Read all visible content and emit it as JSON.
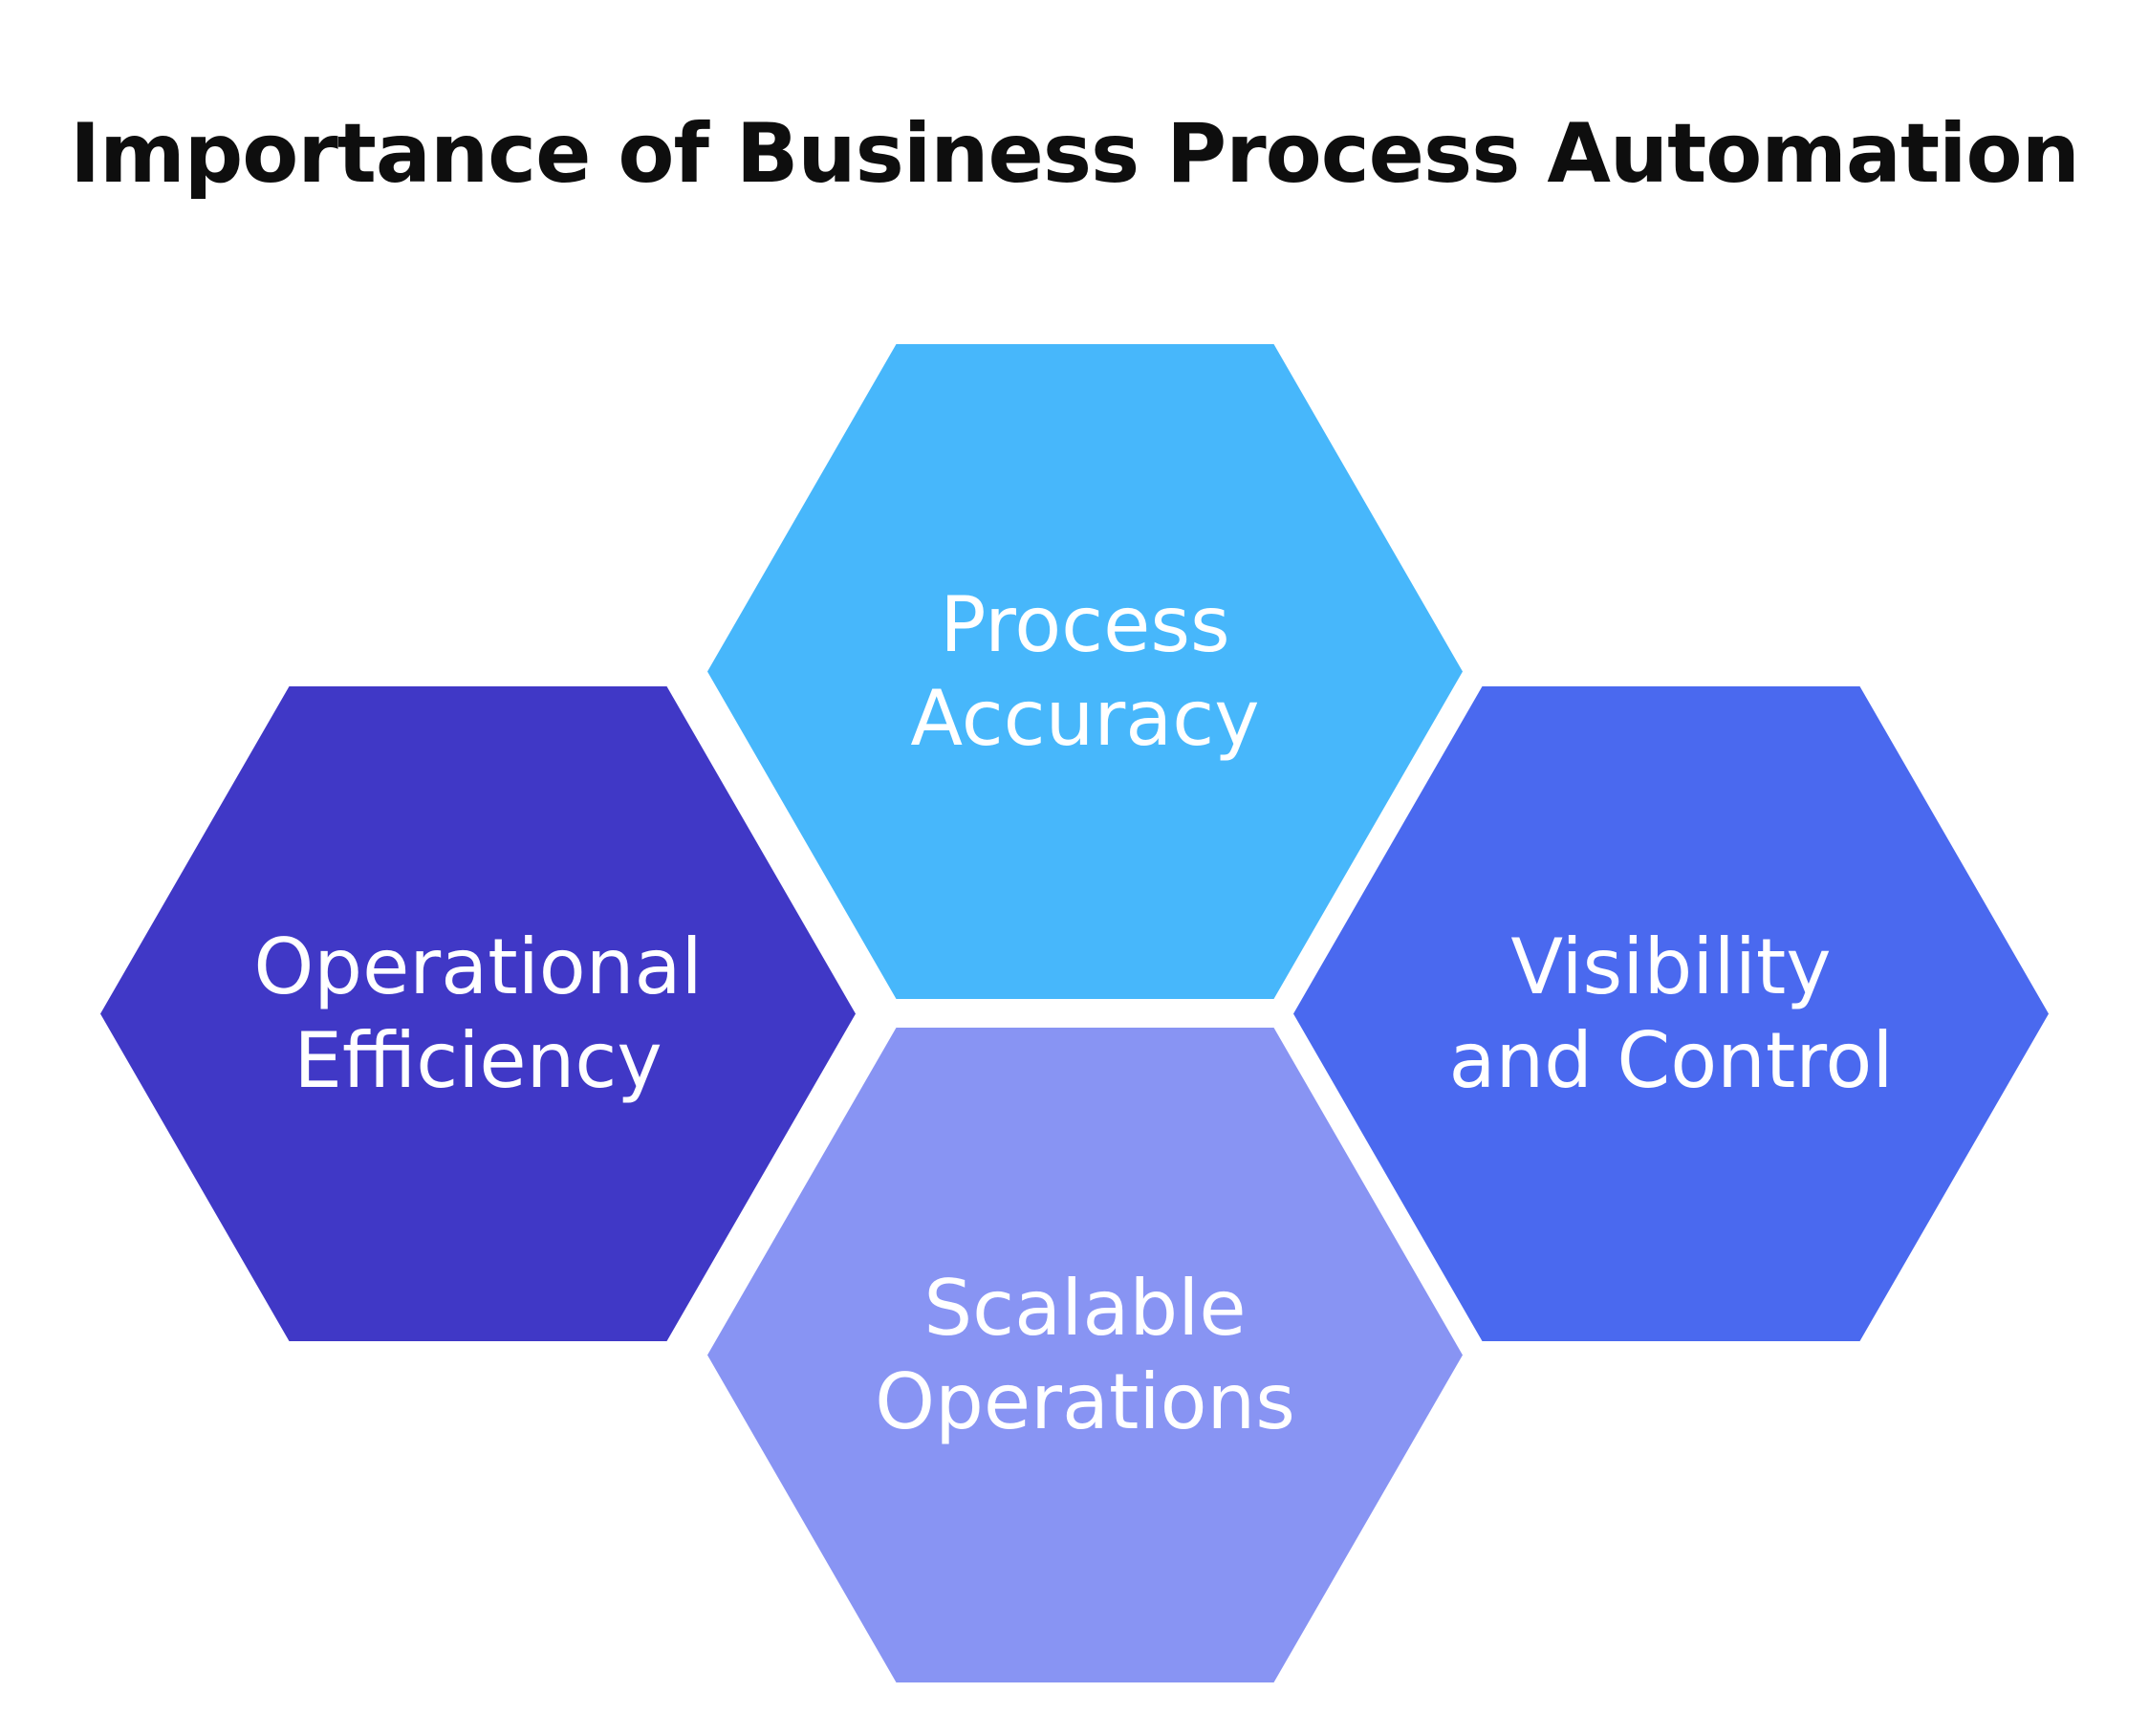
{
  "title": "Importance of Business Process Automation",
  "background_color": "#ffffff",
  "title_color": "#0e0e0e",
  "label_text_color": "#ffffff",
  "hexagons": [
    {
      "id": "process-accuracy",
      "label": "Process Accuracy",
      "label_lines": [
        "Process",
        "Accuracy"
      ],
      "color": "#47B7FB",
      "position": "top-center"
    },
    {
      "id": "operational-efficiency",
      "label": "Operational Efficiency",
      "label_lines": [
        "Operational",
        "Efficiency"
      ],
      "color": "#4038C6",
      "position": "middle-left"
    },
    {
      "id": "visibility-and-control",
      "label": "Visibility and Control",
      "label_lines": [
        "Visibility",
        "and Control"
      ],
      "color": "#4A69EF",
      "position": "middle-right"
    },
    {
      "id": "scalable-operations",
      "label": "Scalable Operations",
      "label_lines": [
        "Scalable",
        "Operations"
      ],
      "color": "#8894F3",
      "position": "bottom-center"
    }
  ]
}
